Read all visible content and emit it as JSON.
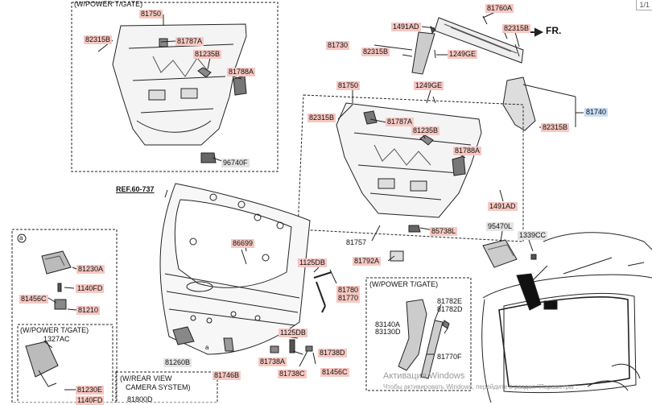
{
  "page_indicator": "1/1",
  "fr_label": "FR.",
  "ref_label": "REF.60-737",
  "captions": {
    "power_tgate_top": "(W/POWER T/GATE)",
    "power_tgate_mid": "(W/POWER T/GATE)",
    "power_tgate_left": "(W/POWER T/GATE)",
    "rear_view_camera_line1": "(W/REAR VIEW",
    "rear_view_camera_line2": "CAMERA SYSTEM)",
    "circle_a_box": "a",
    "circle_a_door": "a"
  },
  "labels": {
    "p81750_top": "81750",
    "p82315B_tl": "82315B",
    "p81787A_top": "81787A",
    "p81235B_top": "81235B",
    "p81788A_top": "81788A",
    "p96740F": "96740F",
    "p81760A": "81760A",
    "p1491AD_top": "1491AD",
    "p82315B_tr": "82315B",
    "p81730": "81730",
    "p82315B_mid": "82315B",
    "p1249GE_top": "1249GE",
    "p81750_mid": "81750",
    "p1249GE_mid": "1249GE",
    "p82315B_midl": "82315B",
    "p81787A_mid": "81787A",
    "p81235B_mid": "81235B",
    "p81788A_mid": "81788A",
    "p1491AD_mid": "1491AD",
    "p81740": "81740",
    "p82315B_r": "82315B",
    "p85738L": "85738L",
    "p81757": "81757",
    "p81792A": "81792A",
    "p95470L": "95470L",
    "p1339CC": "1339CC",
    "p86699": "86699",
    "p1125DB_a": "1125DB",
    "p81780": "81780",
    "p81770": "81770",
    "p1125DB_b": "1125DB",
    "p81738D": "81738D",
    "p81738A": "81738A",
    "p81738C": "81738C",
    "p81456C_r": "81456C",
    "p81260B": "81260B",
    "p81746B": "81746B",
    "p81230A": "81230A",
    "p1140FD": "1140FD",
    "p81456C_l": "81456C",
    "p81210": "81210",
    "p1327AC": "1327AC",
    "p81230E": "81230E",
    "p1140FD_b": "1140FD",
    "p81782E": "81782E",
    "p81782D": "81782D",
    "p83140A": "83140A",
    "p83130D": "83130D",
    "p81770F": "81770F",
    "p81800D": "81800D"
  },
  "watermark": {
    "line1": "Активация Windows",
    "line2": "Чтобы активировать Windows, перейдите в раздел \"Параметры\"."
  },
  "colors": {
    "highlight_red": "#f6c8c2",
    "highlight_gray": "#e4e4e4",
    "highlight_blue": "#c9dcf3",
    "line": "#222222"
  }
}
